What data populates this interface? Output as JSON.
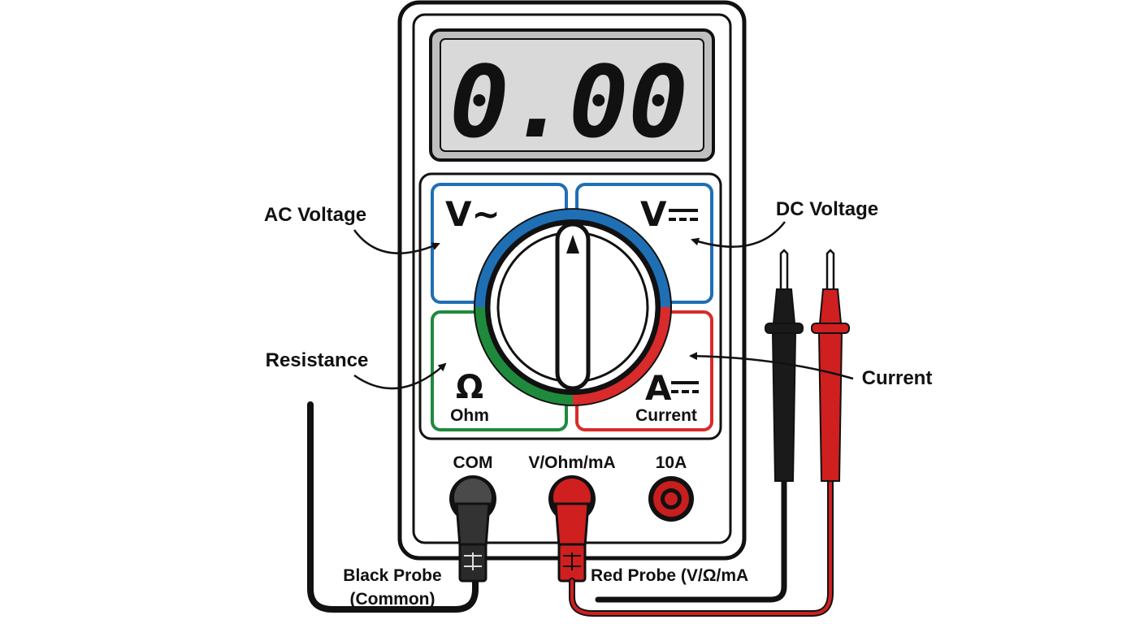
{
  "display": {
    "reading": "0.00"
  },
  "callouts": {
    "ac_voltage": "AC Voltage",
    "dc_voltage": "DC Voltage",
    "resistance": "Resistance",
    "current": "Current"
  },
  "dial": {
    "ac_symbol": "V~",
    "dc_symbol": "V",
    "ohm_symbol": "Ω",
    "ohm_label": "Ohm",
    "amp_symbol": "A",
    "amp_label": "Current"
  },
  "jacks": {
    "com": "COM",
    "v_ohm_ma": "V/Ohm/mA",
    "ten_amp": "10A"
  },
  "probes": {
    "black_line1": "Black Probe",
    "black_line2": "(Common)",
    "red": "Red Probe (V/Ω/mA"
  },
  "colors": {
    "ac_zone": "#1f6fb5",
    "dc_zone": "#1f6fb5",
    "resistance_zone": "#1f8a3c",
    "current_zone": "#d92b2b",
    "red_lead": "#d01f1f",
    "black_lead": "#1a1a1a",
    "lcd_bg": "#d9d9d9"
  }
}
